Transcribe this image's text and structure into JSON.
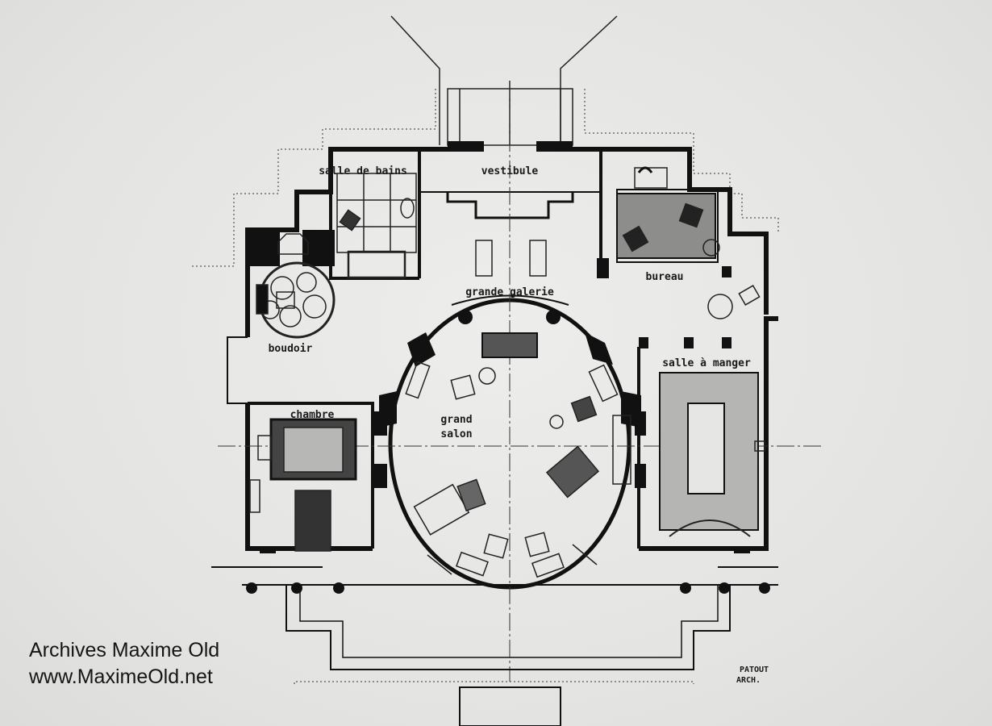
{
  "rooms": {
    "vestibule": "vestibule",
    "salle_de_bains": "salle de bains",
    "bureau": "bureau",
    "grande_galerie": "grande galerie",
    "boudoir": "boudoir",
    "salle_a_manger": "salle à manger",
    "chambre": "chambre",
    "grand": "grand",
    "salon": "salon"
  },
  "signature": {
    "line1": "PATOUT",
    "line2": "ARCH."
  },
  "watermark": {
    "line1": "Archives Maxime Old",
    "line2": "www.MaximeOld.net"
  },
  "colors": {
    "ink": "#111111",
    "paper": "#e6e6e4"
  }
}
